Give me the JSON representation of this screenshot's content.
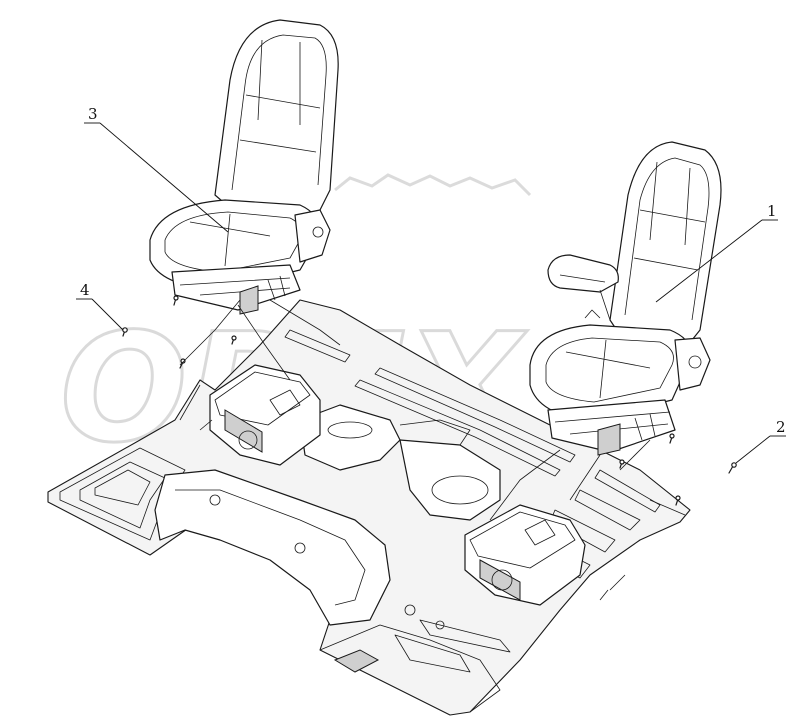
{
  "diagram": {
    "callouts": [
      {
        "id": "1",
        "label": "1"
      },
      {
        "id": "2",
        "label": "2"
      },
      {
        "id": "3",
        "label": "3"
      },
      {
        "id": "4",
        "label": "4"
      }
    ],
    "watermark": "OREX",
    "colors": {
      "line": "#1a1a1a",
      "watermark": "#bdbdbd",
      "background": "#ffffff"
    }
  }
}
